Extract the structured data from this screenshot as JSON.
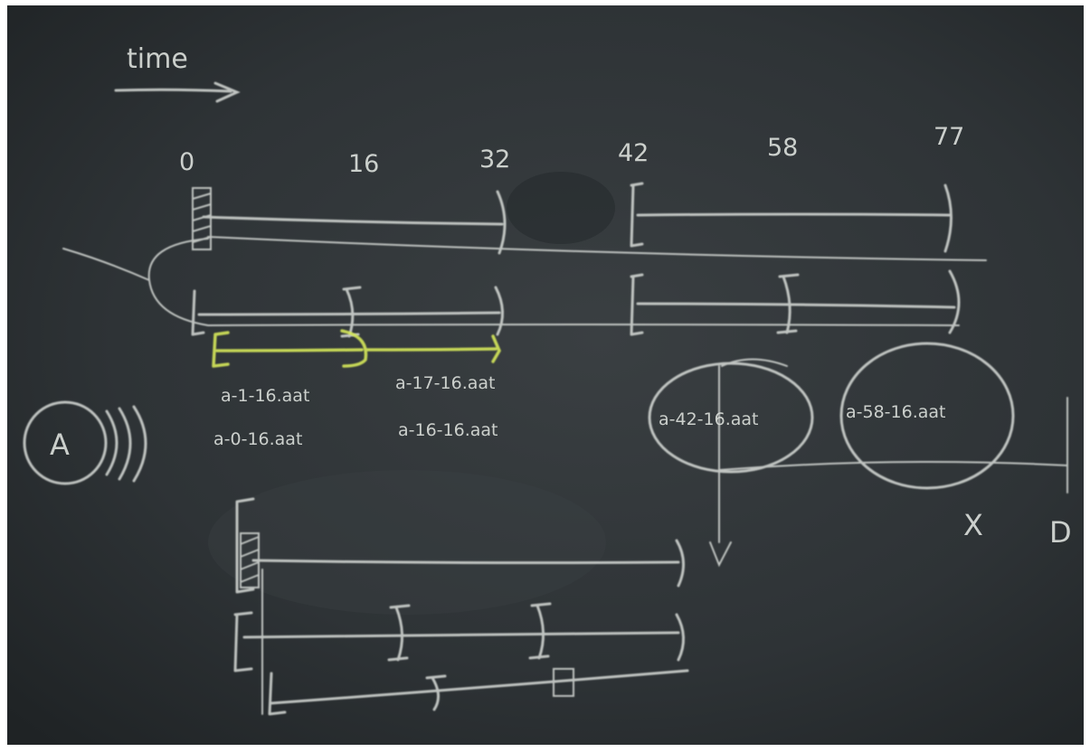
{
  "board": {
    "time_label": "time",
    "ticks": [
      "0",
      "16",
      "32",
      "42",
      "58",
      "77"
    ],
    "files_row1": [
      "a-1-16.aat",
      "a-17-16.aat"
    ],
    "files_row2": [
      "a-0-16.aat",
      "a-16-16.aat"
    ],
    "files_circled": [
      "a-42-16.aat",
      "a-58-16.aat"
    ],
    "circle_letter": "A",
    "letter_x": "X",
    "letter_d": "D"
  },
  "colors": {
    "chalkboard": "#2b2f32",
    "chalk": "#d9ddd9",
    "yellow_chalk": "#d6e85a"
  }
}
